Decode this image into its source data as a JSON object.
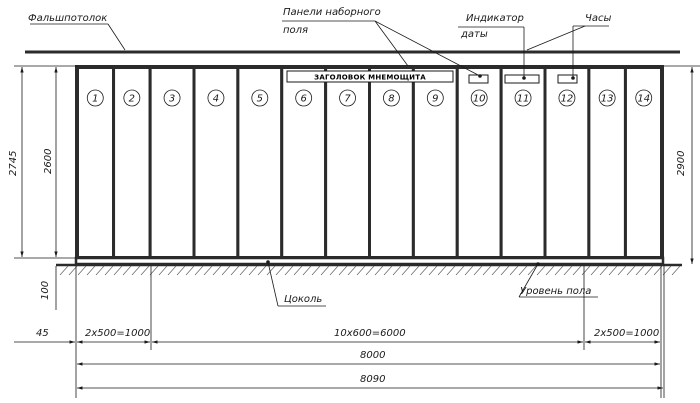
{
  "labels": {
    "false_ceiling": "Фальшпотолок",
    "dial_panels_line1": "Панели наборного",
    "dial_panels_line2": "поля",
    "date_indicator_line1": "Индикатор",
    "date_indicator_line2": "даты",
    "clock": "Часы",
    "board_title": "ЗАГОЛОВОК МНЕМОЩИТА",
    "plinth": "Цоколь",
    "floor_level": "Уровень пола"
  },
  "panels": [
    "1",
    "2",
    "3",
    "4",
    "5",
    "6",
    "7",
    "8",
    "9",
    "10",
    "11",
    "12",
    "13",
    "14"
  ],
  "dimensions": {
    "height_2745": "2745",
    "height_2600": "2600",
    "height_100": "100",
    "height_2900": "2900",
    "offset_45": "45",
    "left_pair": "2x500=1000",
    "middle_group": "10x600=6000",
    "right_pair": "2x500=1000",
    "width_8000": "8000",
    "width_8090": "8090"
  }
}
